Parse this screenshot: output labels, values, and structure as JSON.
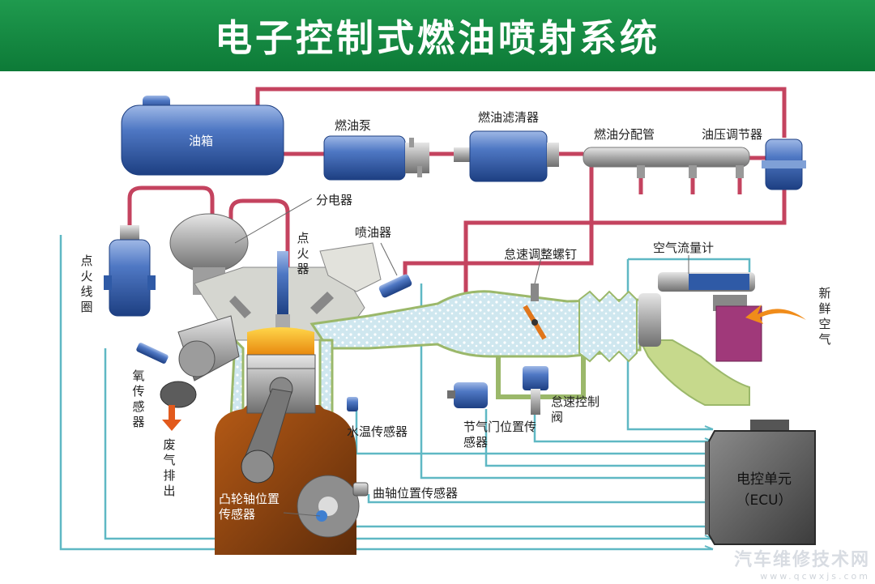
{
  "title": "电子控制式燃油喷射系统",
  "labels": {
    "fuel_tank": "油箱",
    "fuel_pump": "燃油泵",
    "fuel_filter": "燃油滤清器",
    "fuel_rail": "燃油分配管",
    "pressure_regulator": "油压调节器",
    "distributor": "分电器",
    "spark_plug": "点火器",
    "injector": "喷油器",
    "idle_screw": "怠速调整螺钉",
    "air_flow_meter": "空气流量计",
    "ignition_coil": "点火线圈",
    "fresh_air": "新鲜空气",
    "o2_sensor": "氧传感器",
    "exhaust": "废气排出",
    "idle_valve": "怠速控制阀",
    "throttle_sensor": "节气门位置传感器",
    "coolant_sensor": "水温传感器",
    "camshaft_sensor": "凸轮轴位置传感器",
    "crankshaft_sensor": "曲轴位置传感器",
    "ecu_line1": "电控单元",
    "ecu_line2": "（ECU）"
  },
  "watermark": {
    "text": "汽车维修技术网",
    "url": "www.qcwxjs.com"
  },
  "colors": {
    "banner": "#13873f",
    "fuel_line": "#c4435f",
    "signal_line": "#5fb8c4",
    "component_blue": "#2f5aa6",
    "ecu": "#4a4a4a"
  }
}
